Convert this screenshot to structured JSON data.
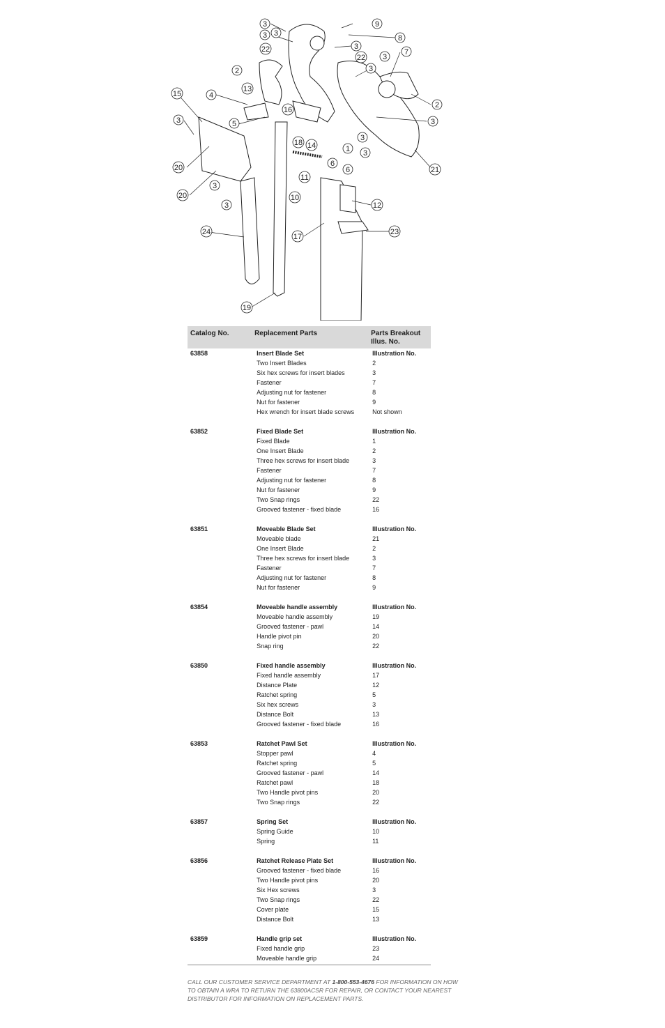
{
  "diagram": {
    "callouts": [
      "3",
      "9",
      "3",
      "8",
      "3",
      "3",
      "22",
      "22",
      "7",
      "3",
      "2",
      "3",
      "13",
      "2",
      "15",
      "4",
      "16",
      "3",
      "5",
      "3",
      "1",
      "3",
      "18",
      "14",
      "21",
      "20",
      "6",
      "6",
      "3",
      "11",
      "20",
      "10",
      "12",
      "3",
      "24",
      "23",
      "17",
      "19"
    ]
  },
  "table": {
    "headers": [
      "Catalog No.",
      "Replacement Parts",
      "Parts Breakout Illus. No."
    ],
    "groups": [
      {
        "catalog": "63858",
        "title": "Insert Blade Set",
        "col_label": "Illustration No.",
        "items": [
          {
            "part": "Two Insert Blades",
            "num": "2"
          },
          {
            "part": "Six hex screws for insert blades",
            "num": "3"
          },
          {
            "part": "Fastener",
            "num": "7"
          },
          {
            "part": "Adjusting nut for fastener",
            "num": "8"
          },
          {
            "part": "Nut for fastener",
            "num": "9"
          },
          {
            "part": "Hex wrench for insert blade screws",
            "num": "Not shown"
          }
        ]
      },
      {
        "catalog": "63852",
        "title": "Fixed Blade Set",
        "col_label": "Illustration No.",
        "items": [
          {
            "part": "Fixed Blade",
            "num": "1"
          },
          {
            "part": "One Insert Blade",
            "num": "2"
          },
          {
            "part": "Three hex screws for insert blade",
            "num": "3"
          },
          {
            "part": "Fastener",
            "num": "7"
          },
          {
            "part": "Adjusting nut for fastener",
            "num": "8"
          },
          {
            "part": "Nut for fastener",
            "num": "9"
          },
          {
            "part": "Two Snap rings",
            "num": "22"
          },
          {
            "part": "Grooved fastener - fixed blade",
            "num": "16"
          }
        ]
      },
      {
        "catalog": "63851",
        "title": "Moveable Blade Set",
        "col_label": "Illustration No.",
        "items": [
          {
            "part": "Moveable blade",
            "num": "21"
          },
          {
            "part": "One Insert Blade",
            "num": "2"
          },
          {
            "part": "Three hex screws for insert blade",
            "num": "3"
          },
          {
            "part": "Fastener",
            "num": "7"
          },
          {
            "part": "Adjusting nut for fastener",
            "num": "8"
          },
          {
            "part": "Nut for fastener",
            "num": "9"
          }
        ]
      },
      {
        "catalog": "63854",
        "title": "Moveable handle assembly",
        "col_label": "Illustration No.",
        "items": [
          {
            "part": "Moveable handle assembly",
            "num": "19"
          },
          {
            "part": "Grooved fastener - pawl",
            "num": "14"
          },
          {
            "part": "Handle pivot pin",
            "num": "20"
          },
          {
            "part": "Snap ring",
            "num": "22"
          }
        ]
      },
      {
        "catalog": "63850",
        "title": "Fixed handle assembly",
        "col_label": "Illustration No.",
        "items": [
          {
            "part": "Fixed handle assembly",
            "num": "17"
          },
          {
            "part": "Distance Plate",
            "num": "12"
          },
          {
            "part": "Ratchet spring",
            "num": "5"
          },
          {
            "part": "Six hex screws",
            "num": "3"
          },
          {
            "part": "Distance Bolt",
            "num": "13"
          },
          {
            "part": "Grooved fastener - fixed blade",
            "num": "16"
          }
        ]
      },
      {
        "catalog": "63853",
        "title": "Ratchet Pawl Set",
        "col_label": "Illustration No.",
        "items": [
          {
            "part": "Stopper pawl",
            "num": "4"
          },
          {
            "part": "Ratchet spring",
            "num": "5"
          },
          {
            "part": "Grooved fastener - pawl",
            "num": "14"
          },
          {
            "part": "Ratchet pawl",
            "num": "18"
          },
          {
            "part": "Two Handle pivot pins",
            "num": "20"
          },
          {
            "part": "Two Snap rings",
            "num": "22"
          }
        ]
      },
      {
        "catalog": "63857",
        "title": "Spring Set",
        "col_label": "Illustration No.",
        "items": [
          {
            "part": "Spring Guide",
            "num": "10"
          },
          {
            "part": "Spring",
            "num": "11"
          }
        ]
      },
      {
        "catalog": "63856",
        "title": "Ratchet Release Plate Set",
        "col_label": "Illustration No.",
        "items": [
          {
            "part": "Grooved fastener - fixed blade",
            "num": "16"
          },
          {
            "part": "Two Handle pivot pins",
            "num": "20"
          },
          {
            "part": "Six Hex screws",
            "num": "3"
          },
          {
            "part": "Two Snap rings",
            "num": "22"
          },
          {
            "part": "Cover plate",
            "num": "15"
          },
          {
            "part": "Distance Bolt",
            "num": "13"
          }
        ]
      },
      {
        "catalog": "63859",
        "title": "Handle grip set",
        "col_label": "Illustration No.",
        "items": [
          {
            "part": "Fixed handle grip",
            "num": "23"
          },
          {
            "part": "Moveable handle grip",
            "num": "24"
          }
        ]
      }
    ]
  },
  "footer": {
    "text_before": "CALL OUR CUSTOMER SERVICE DEPARTMENT AT ",
    "phone": "1-800-553-4676",
    "text_after": " FOR INFORMATION ON HOW TO OBTAIN A WRA TO RETURN THE 63800ACSR FOR REPAIR, OR CONTACT YOUR NEAREST DISTRIBUTOR FOR INFORMATION ON REPLACEMENT PARTS."
  }
}
